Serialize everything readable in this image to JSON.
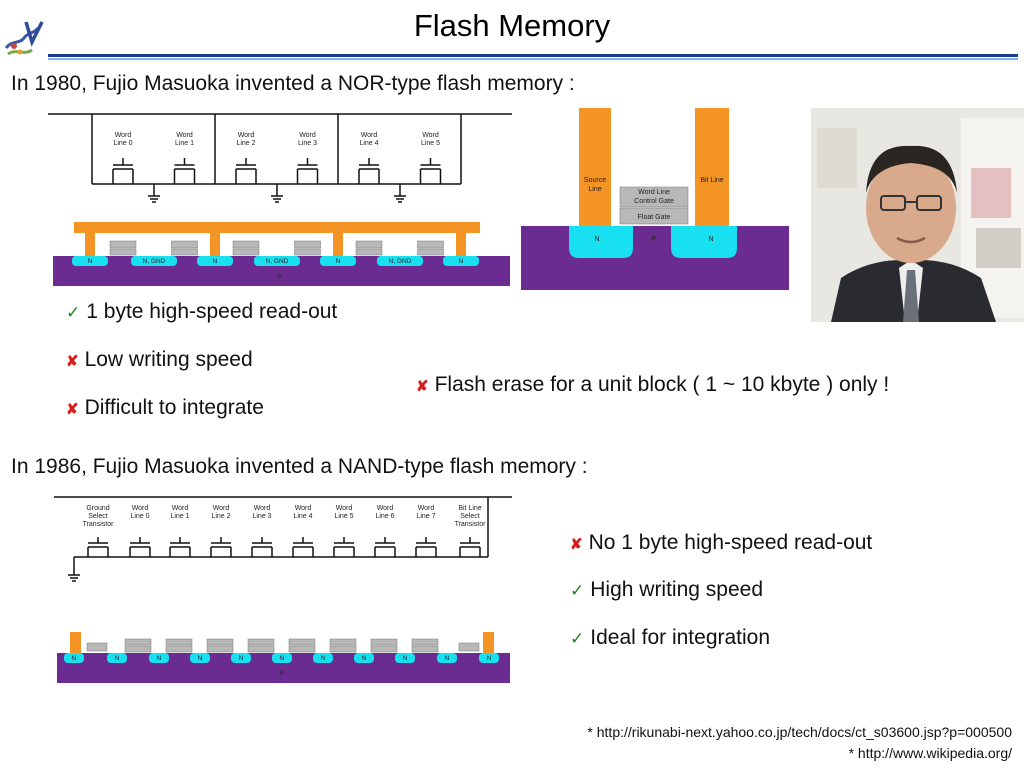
{
  "slide": {
    "title": "Flash Memory",
    "nor_intro": "In 1980, Fujio Masuoka invented a NOR-type flash memory :",
    "nor_points": [
      {
        "mark": "check",
        "text": "1 byte high-speed read-out"
      },
      {
        "mark": "cross",
        "text": "Low writing speed"
      },
      {
        "mark": "cross",
        "text": "Difficult to integrate"
      }
    ],
    "nor_erase_note": "Flash erase for a unit block ( 1 ~ 10 kbyte ) only !",
    "nand_intro": "In 1986, Fujio Masuoka invented a NAND-type flash memory :",
    "nand_points": [
      {
        "mark": "cross",
        "text": "No 1 byte high-speed read-out"
      },
      {
        "mark": "check",
        "text": "High writing speed"
      },
      {
        "mark": "check",
        "text": "Ideal for integration"
      }
    ],
    "references": [
      "* http://rikunabi-next.yahoo.co.jp/tech/docs/ct_s03600.jsp?p=000500",
      "* http://www.wikipedia.org/"
    ]
  },
  "nor_diagram": {
    "word_lines": [
      "Word\nLine 0",
      "Word\nLine 1",
      "Word\nLine 2",
      "Word\nLine 3",
      "Word\nLine 4",
      "Word\nLine 5"
    ],
    "regions": [
      "N",
      "N, GND",
      "N",
      "N, GND",
      "N",
      "N, GND",
      "N"
    ],
    "substrate": "P"
  },
  "cell_diagram": {
    "source_line": "Source\nLine",
    "bit_line": "Bit Line",
    "control_gate": "Word Line\nControl Gate",
    "float_gate": "Float Gate",
    "left_region": "N",
    "substrate": "P",
    "right_region": "N"
  },
  "nand_diagram": {
    "labels": [
      "Ground\nSelect\nTransistor",
      "Word\nLine 0",
      "Word\nLine 1",
      "Word\nLine 2",
      "Word\nLine 3",
      "Word\nLine 4",
      "Word\nLine 5",
      "Word\nLine 6",
      "Word\nLine 7",
      "Bit Line\nSelect\nTransistor"
    ],
    "regions": [
      "N",
      "N",
      "N",
      "N",
      "N",
      "N",
      "N",
      "N",
      "N",
      "N",
      "N"
    ],
    "substrate": "P"
  },
  "colors": {
    "substrate": "#6a2c91",
    "n_region": "#19e0f0",
    "metal": "#f39425",
    "gate": "#b8b8b8",
    "check": "#1a8a1a",
    "cross": "#d81b1b",
    "rule_dark": "#1f3c8c",
    "rule_light": "#7fb2e6"
  }
}
